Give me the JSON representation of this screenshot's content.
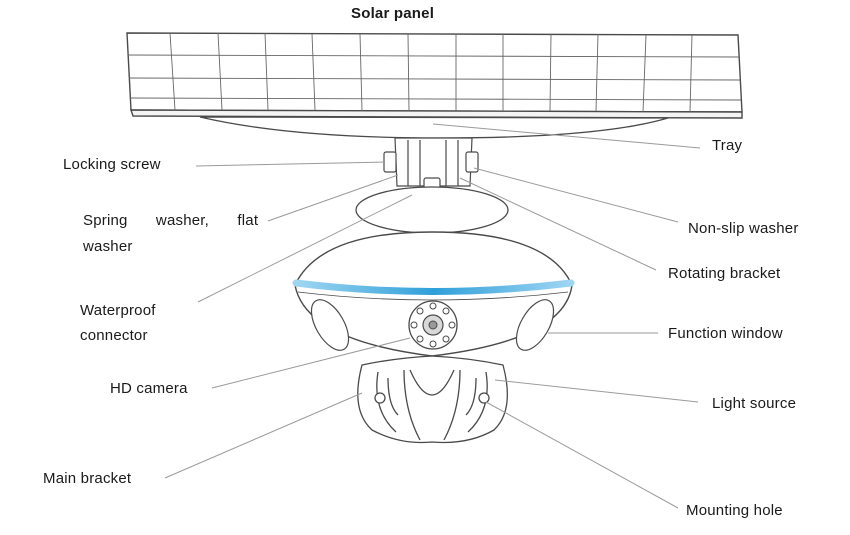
{
  "title": "Solar panel",
  "labels": {
    "tray": "Tray",
    "locking_screw": "Locking screw",
    "spring_washer_line1": "Spring washer, flat",
    "spring_washer_line2": "washer",
    "non_slip_washer": "Non-slip washer",
    "rotating_bracket": "Rotating bracket",
    "waterproof_connector_line1": "Waterproof",
    "waterproof_connector_line2": "connector",
    "function_window": "Function window",
    "hd_camera": "HD camera",
    "light_source": "Light source",
    "main_bracket": "Main bracket",
    "mounting_hole": "Mounting hole"
  },
  "colors": {
    "outline": "#4a4a4a",
    "leader_line": "#9a9a9a",
    "led_ring": "#3aa7dc",
    "text": "#1a1a1a"
  }
}
